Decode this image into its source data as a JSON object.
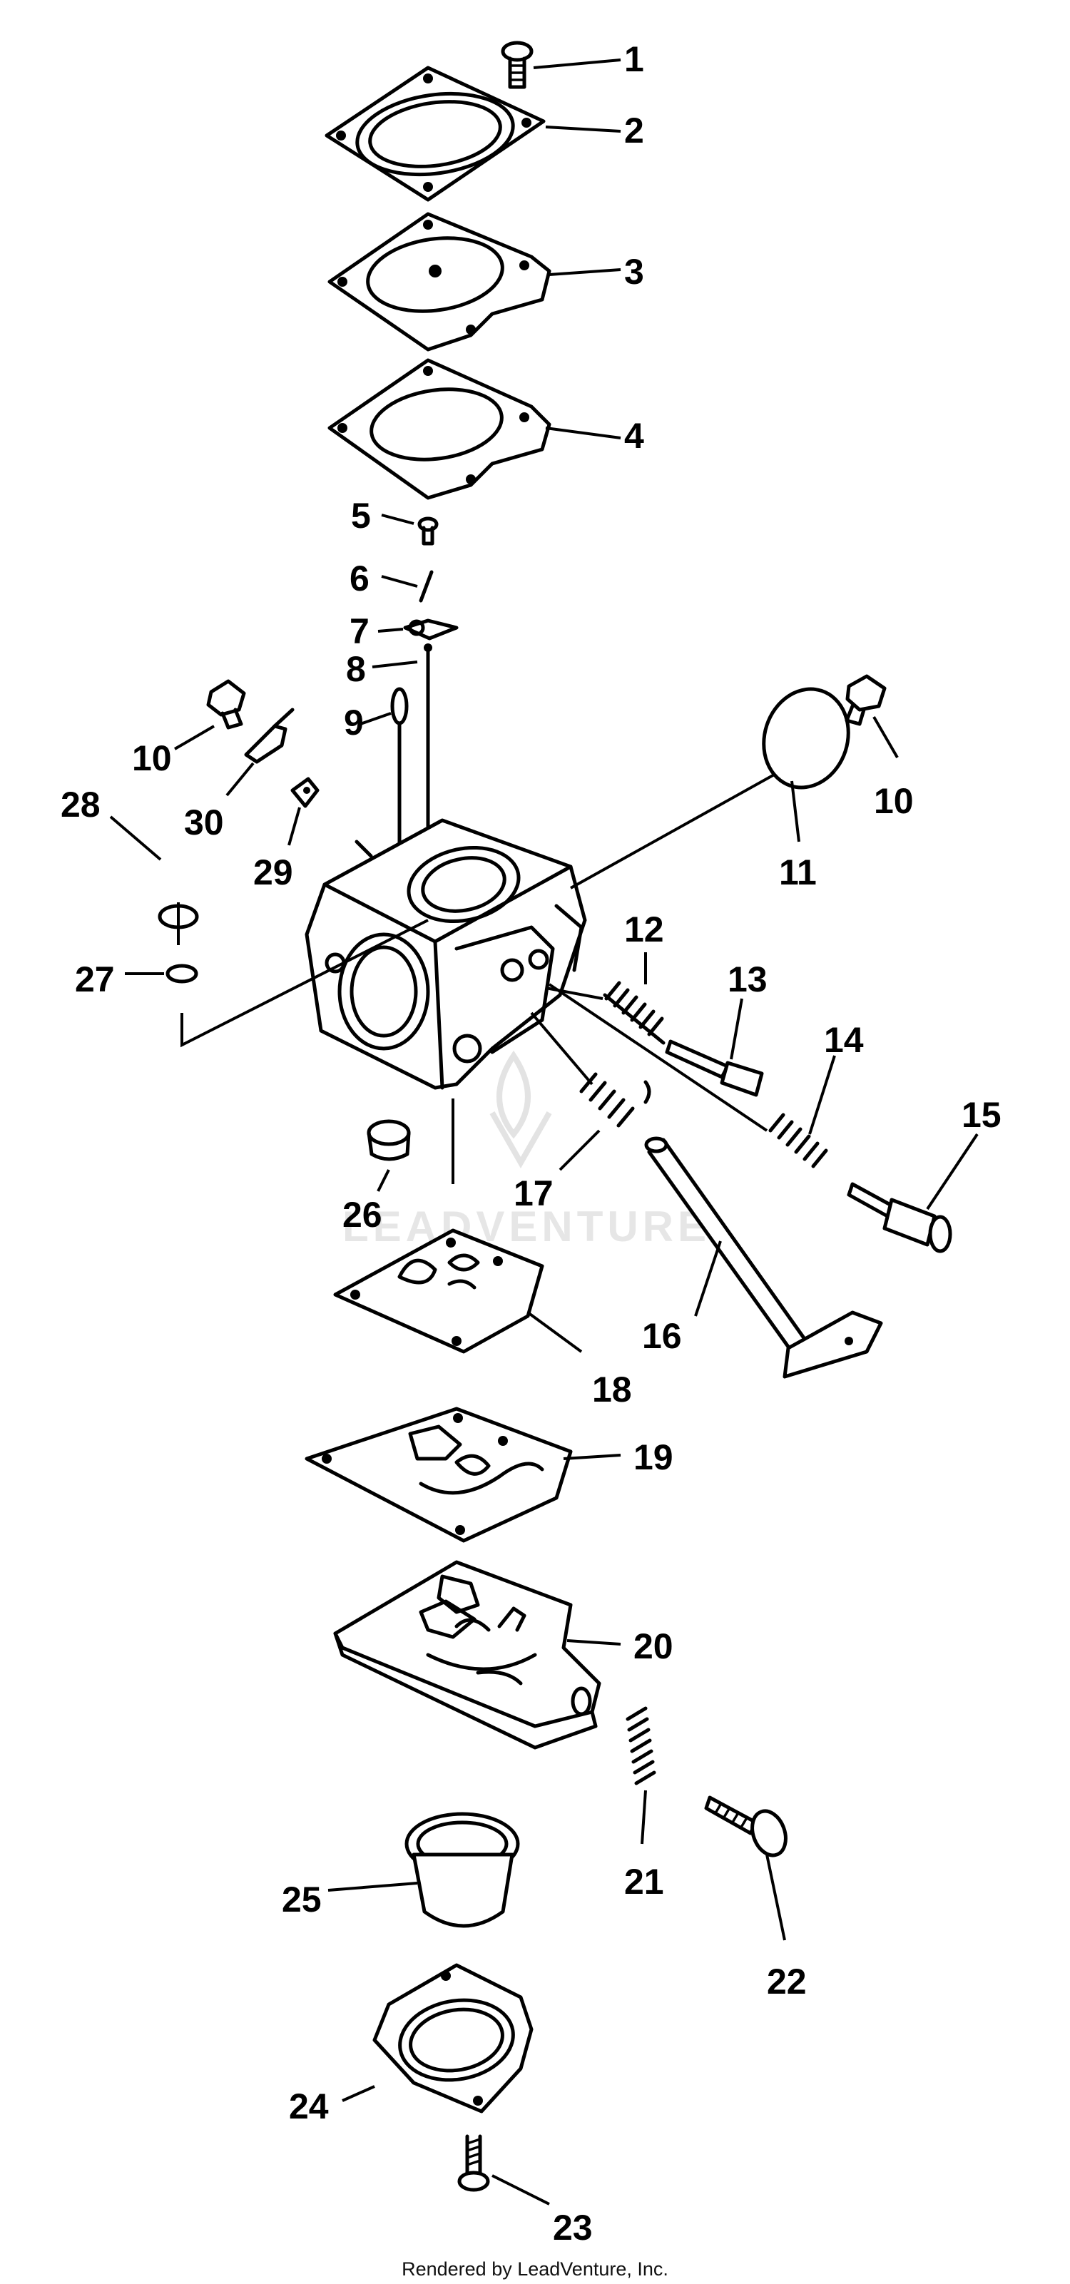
{
  "diagram": {
    "callouts": [
      {
        "id": "1",
        "text": "1"
      },
      {
        "id": "2",
        "text": "2"
      },
      {
        "id": "3",
        "text": "3"
      },
      {
        "id": "4",
        "text": "4"
      },
      {
        "id": "5",
        "text": "5"
      },
      {
        "id": "6",
        "text": "6"
      },
      {
        "id": "7",
        "text": "7"
      },
      {
        "id": "8",
        "text": "8"
      },
      {
        "id": "9",
        "text": "9"
      },
      {
        "id": "10a",
        "text": "10"
      },
      {
        "id": "10b",
        "text": "10"
      },
      {
        "id": "11",
        "text": "11"
      },
      {
        "id": "12",
        "text": "12"
      },
      {
        "id": "13",
        "text": "13"
      },
      {
        "id": "14",
        "text": "14"
      },
      {
        "id": "15",
        "text": "15"
      },
      {
        "id": "16",
        "text": "16"
      },
      {
        "id": "17",
        "text": "17"
      },
      {
        "id": "18",
        "text": "18"
      },
      {
        "id": "19",
        "text": "19"
      },
      {
        "id": "20",
        "text": "20"
      },
      {
        "id": "21",
        "text": "21"
      },
      {
        "id": "22",
        "text": "22"
      },
      {
        "id": "23",
        "text": "23"
      },
      {
        "id": "24",
        "text": "24"
      },
      {
        "id": "25",
        "text": "25"
      },
      {
        "id": "26",
        "text": "26"
      },
      {
        "id": "27",
        "text": "27"
      },
      {
        "id": "28",
        "text": "28"
      },
      {
        "id": "29",
        "text": "29"
      },
      {
        "id": "30",
        "text": "30"
      }
    ],
    "watermark": "LEADVENTURE",
    "footer": "Rendered by LeadVenture, Inc."
  }
}
